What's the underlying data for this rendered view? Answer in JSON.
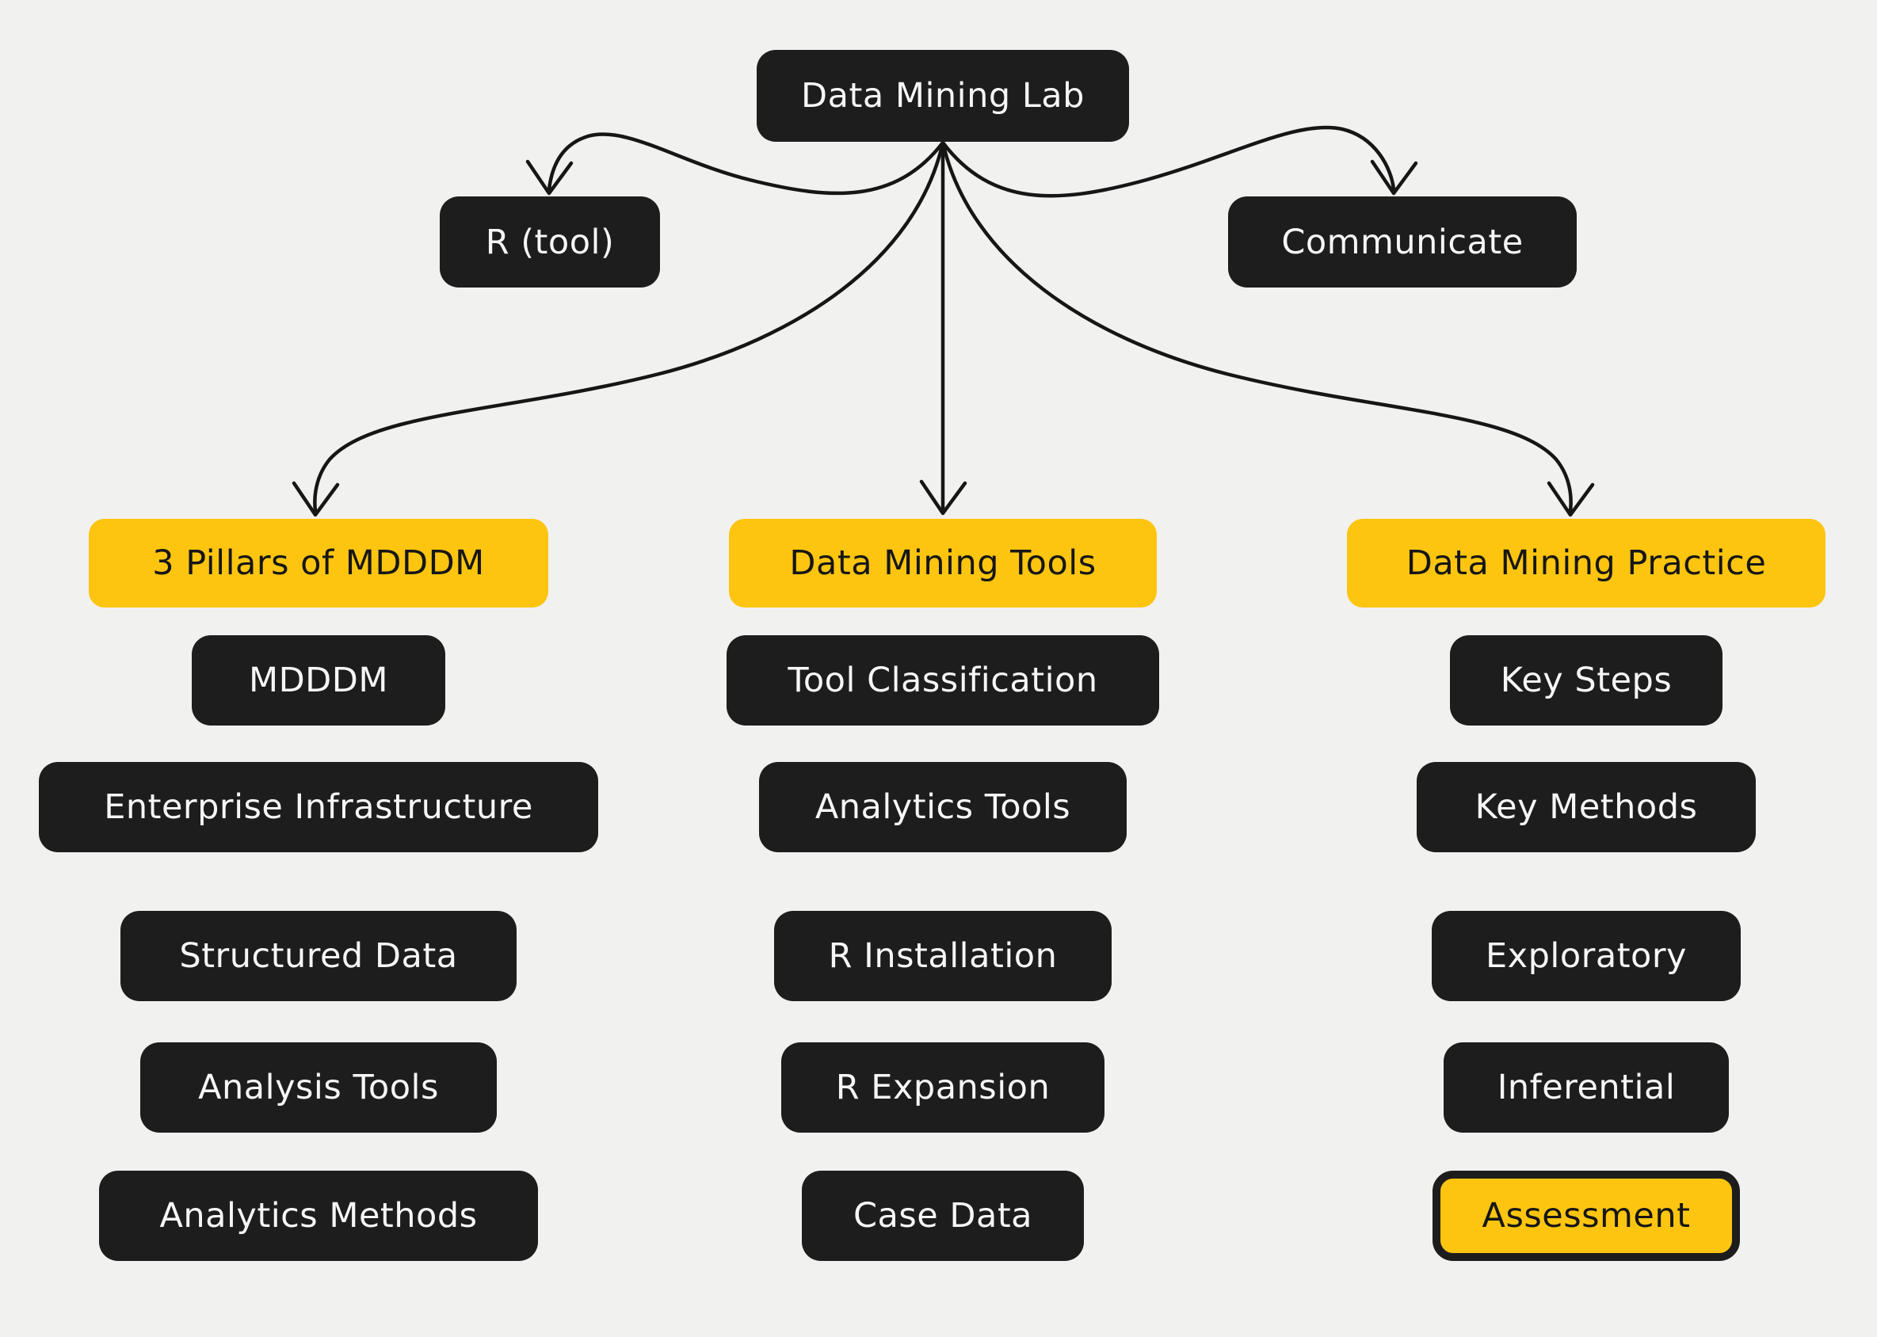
{
  "diagram": {
    "title_node": {
      "label": "Data Mining Lab"
    },
    "side_nodes": [
      {
        "label": "R (tool)"
      },
      {
        "label": "Communicate"
      }
    ],
    "branches": [
      {
        "label": "3 Pillars of MDDDM",
        "children": [
          "MDDDM",
          "Enterprise Infrastructure",
          "Structured Data",
          "Analysis Tools",
          "Analytics Methods"
        ]
      },
      {
        "label": "Data Mining Tools",
        "children": [
          "Tool Classification",
          "Analytics Tools",
          "R Installation",
          "R Expansion",
          "Case Data"
        ]
      },
      {
        "label": "Data Mining Practice",
        "children": [
          "Key Steps",
          "Key Methods",
          "Exploratory",
          "Inferential",
          "Assessment"
        ]
      }
    ],
    "colors": {
      "background": "#F1F1F0",
      "node_dark": "#1E1D1D",
      "node_yellow": "#FDC510",
      "text_on_dark": "#F6F6F6",
      "text_on_yellow": "#161616",
      "edge": "#161616"
    }
  }
}
